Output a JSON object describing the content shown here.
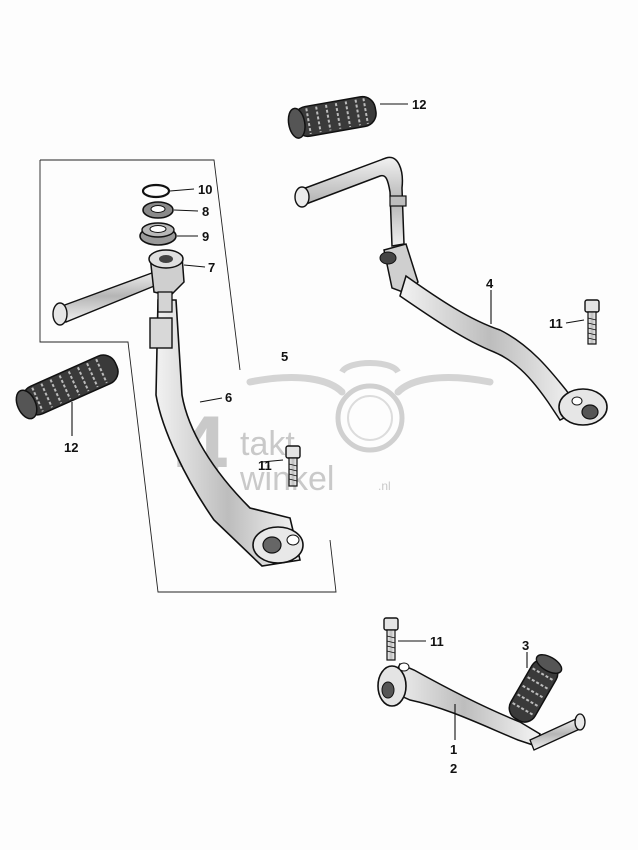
{
  "watermark": {
    "number": "4",
    "line1": "takt",
    "line2": "winkel",
    "suffix": ".nl"
  },
  "callouts": {
    "c10": "10",
    "c8": "8",
    "c9": "9",
    "c7": "7",
    "c6": "6",
    "c5": "5",
    "c4": "4",
    "c12_top": "12",
    "c12_left": "12",
    "c11_right": "11",
    "c11_mid": "11",
    "c11_bottom": "11",
    "c3": "3",
    "c1": "1",
    "c2": "2"
  },
  "colors": {
    "ink": "#111111",
    "metal_light": "#dcdcdc",
    "watermark": "#c9c9c9"
  }
}
